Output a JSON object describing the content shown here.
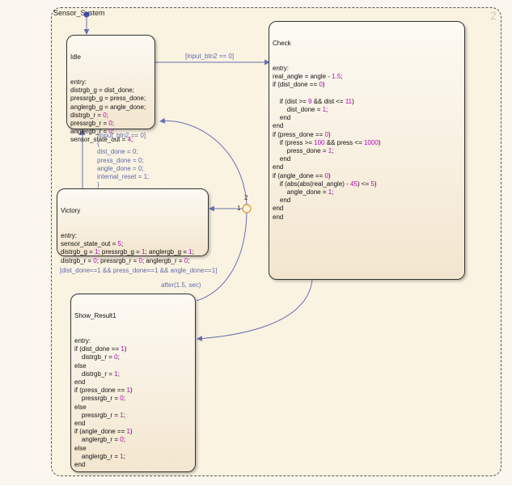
{
  "chart": {
    "superstate_name": "Sensor_System",
    "superstate_number": "2"
  },
  "states": {
    "idle": {
      "name": "Idle",
      "lines": [
        "entry:",
        "distrgb_g = dist_done;",
        "pressrgb_g = press_done;",
        "anglergb_g = angle_done;",
        "distrgb_r = 0;",
        "pressrgb_r = 0;",
        "anglergb_r = 0;",
        "sensor_state_out = 4;"
      ]
    },
    "check": {
      "name": "Check",
      "lines": [
        "entry:",
        "real_angle = angle - 1.5;",
        "if (dist_done == 0)",
        "",
        "    if (dist >= 9 && dist <= 11)",
        "        dist_done = 1;",
        "    end",
        "end",
        "if (press_done == 0)",
        "    if (press >= 100 && press <= 1000)",
        "        press_done = 1;",
        "    end",
        "end",
        "if (angle_done == 0)",
        "    if (abs(abs(real_angle) - 45) <= 5)",
        "        angle_done = 1;",
        "    end",
        "end",
        "end"
      ]
    },
    "victory": {
      "name": "Victory",
      "lines": [
        "entry:",
        "sensor_state_out = 5;",
        "distrgb_g = 1; pressrgb_g = 1; anglergb_g = 1;",
        "distrgb_r = 0; pressrgb_r = 0; anglergb_r = 0;"
      ]
    },
    "show_result": {
      "name": "Show_Result1",
      "lines": [
        "entry:",
        "if (dist_done == 1)",
        "    distrgb_r = 0;",
        "else",
        "    distrgb_r = 1;",
        "end",
        "if (press_done == 1)",
        "    pressrgb_r = 0;",
        "else",
        "    pressrgb_r = 1;",
        "end",
        "if (angle_done == 1)",
        "    anglergb_r = 0;",
        "else",
        "    anglergb_r = 1;",
        "end"
      ]
    }
  },
  "transitions": {
    "idle_to_check": "[input_btn2 == 0]",
    "victory_to_idle": [
      "[input_btn2 == 0]",
      "{",
      "dist_done = 0;",
      "press_done = 0;",
      "angle_done = 0;",
      "internal_reset = 1;",
      "}"
    ],
    "to_victory": "[dist_done==1 && press_done==1 && angle_done==1]",
    "after": "after(1.5, sec)",
    "junction_order_1": "1",
    "junction_order_2": "2"
  },
  "colors": {
    "wire": "#6670b0",
    "label": "#5c6aa8",
    "number": "#c000c0",
    "state_border": "#333333",
    "background": "#fbf3e2"
  }
}
